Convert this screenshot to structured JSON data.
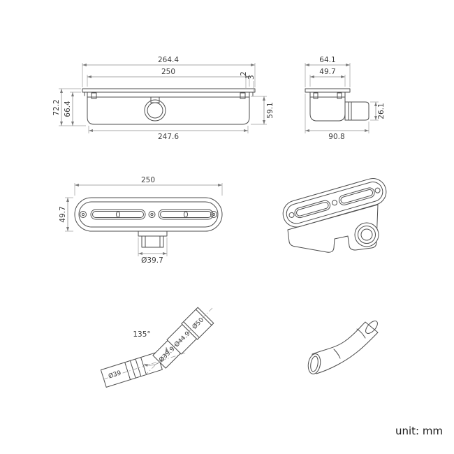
{
  "page": {
    "background_color": "#ffffff",
    "unit_label": "unit: mm"
  },
  "drawing_colors": {
    "object_line": "#4d4d4d",
    "dimension_line": "#8c8c8c",
    "text": "#3c3c3c"
  },
  "front_view": {
    "dim_top_width": "264.4",
    "dim_grate_width": "250",
    "dim_edge_thickness_a": "2",
    "dim_edge_thickness_b": "3",
    "dim_total_height": "72.2",
    "dim_body_height": "66.4",
    "dim_right_height": "59.1",
    "dim_base_width": "247.6"
  },
  "side_view": {
    "dim_top_width": "64.1",
    "dim_body_width": "49.7",
    "dim_outlet_diameter": "26.1",
    "dim_total_depth": "90.8"
  },
  "top_view": {
    "dim_width": "250",
    "dim_depth": "49.7",
    "dim_outlet_diameter": "Ø39.7"
  },
  "adapter_view": {
    "dim_angle": "135°",
    "dim_socket_diameter": "Ø50",
    "dim_mid_diameter": "Ø44.9",
    "dim_neck_diameter": "Ø39.9",
    "dim_inlet_diameter": "Ø39"
  }
}
